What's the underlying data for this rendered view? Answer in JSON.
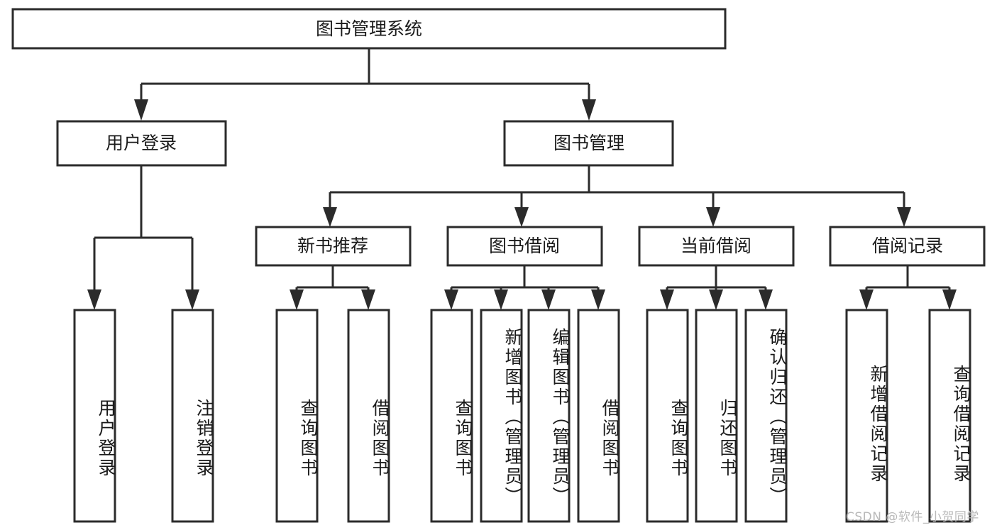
{
  "diagram": {
    "title": "图书管理系统",
    "type": "tree-hierarchy",
    "root": {
      "label": "图书管理系统"
    },
    "level2": [
      {
        "label": "用户登录"
      },
      {
        "label": "图书管理"
      }
    ],
    "level3": [
      {
        "label": "新书推荐"
      },
      {
        "label": "图书借阅"
      },
      {
        "label": "当前借阅"
      },
      {
        "label": "借阅记录"
      }
    ],
    "leaves": {
      "user_login": [
        {
          "label": "用户登录"
        },
        {
          "label": "注销登录"
        }
      ],
      "new_book": [
        {
          "label": "查询图书"
        },
        {
          "label": "借阅图书"
        }
      ],
      "book_borrow": [
        {
          "label": "查询图书"
        },
        {
          "label": "新增图书（管理员）"
        },
        {
          "label": "编辑图书（管理员）"
        },
        {
          "label": "借阅图书"
        }
      ],
      "current_borrow": [
        {
          "label": "查询图书"
        },
        {
          "label": "归还图书"
        },
        {
          "label": "确认归还（管理员）"
        }
      ],
      "borrow_record": [
        {
          "label": "新增借阅记录"
        },
        {
          "label": "查询借阅记录"
        }
      ]
    }
  },
  "watermark": {
    "text": "CSDN @软件_小贺同学"
  },
  "colors": {
    "stroke": "#2b2b2b",
    "box_fill": "#ffffff",
    "text": "#1a1a1a",
    "background": "#ffffff",
    "watermark": "#b9b9b9"
  }
}
